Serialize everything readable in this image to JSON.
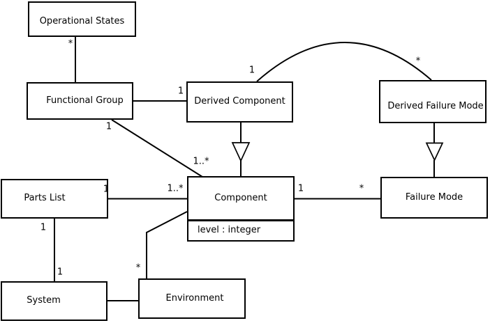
{
  "diagram": {
    "type": "uml-class-diagram",
    "background_color": "#ffffff",
    "line_color": "#000000",
    "text_color": "#000000",
    "boxes": {
      "operational_states": {
        "label": "Operational States"
      },
      "functional_group": {
        "label": "Functional Group"
      },
      "derived_component": {
        "label": "Derived Component"
      },
      "derived_failure_mode": {
        "label": "Derived Failure Mode"
      },
      "component": {
        "label": "Component",
        "attributes": [
          "level : integer"
        ]
      },
      "failure_mode": {
        "label": "Failure Mode"
      },
      "parts_list": {
        "label": "Parts List"
      },
      "system": {
        "label": "System"
      },
      "environment": {
        "label": "Environment"
      }
    },
    "multiplicity_labels": {
      "opstates_fg_star": "*",
      "fg_dc_1": "1",
      "fg_comp_1": "1",
      "fg_comp_1n": "1..*",
      "dc_dfm_1": "1",
      "dc_dfm_star": "*",
      "pl_comp_1": "1",
      "pl_comp_1n": "1..*",
      "comp_fm_1": "1",
      "comp_fm_star": "*",
      "pl_sys_1_top": "1",
      "pl_sys_1_bottom": "1",
      "env_comp_star": "*"
    },
    "relationships": [
      {
        "from": "Operational States",
        "to": "Functional Group",
        "kind": "association",
        "from_label": "*",
        "to_label": ""
      },
      {
        "from": "Functional Group",
        "to": "Derived Component",
        "kind": "association",
        "from_label": "",
        "to_label": "1"
      },
      {
        "from": "Functional Group",
        "to": "Component",
        "kind": "association",
        "from_label": "1",
        "to_label": "1..*"
      },
      {
        "from": "Derived Component",
        "to": "Derived Failure Mode",
        "kind": "association-arc",
        "from_label": "1",
        "to_label": "*"
      },
      {
        "from": "Derived Component",
        "to": "Component",
        "kind": "generalization"
      },
      {
        "from": "Derived Failure Mode",
        "to": "Failure Mode",
        "kind": "generalization"
      },
      {
        "from": "Parts List",
        "to": "Component",
        "kind": "association",
        "from_label": "1",
        "to_label": "1..*"
      },
      {
        "from": "Component",
        "to": "Failure Mode",
        "kind": "association",
        "from_label": "1",
        "to_label": "*"
      },
      {
        "from": "Parts List",
        "to": "System",
        "kind": "association",
        "from_label": "1",
        "to_label": "1"
      },
      {
        "from": "System",
        "to": "Environment",
        "kind": "association"
      },
      {
        "from": "Environment",
        "to": "Component",
        "kind": "association",
        "from_label": "*",
        "to_label": ""
      }
    ]
  }
}
